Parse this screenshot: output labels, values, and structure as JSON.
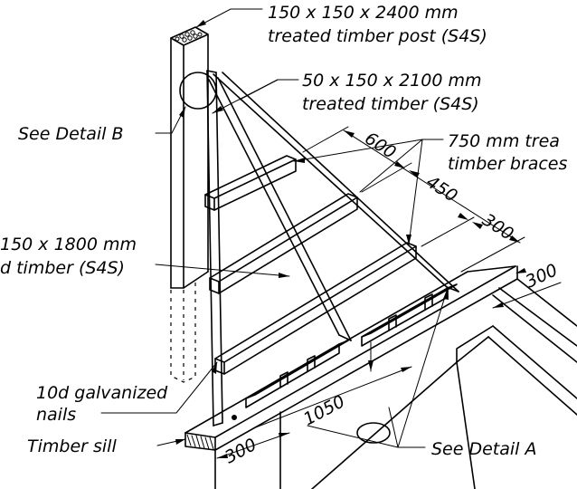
{
  "labels": {
    "post": [
      "150 x 150 x 2400 mm",
      "treated timber post (S4S)"
    ],
    "diag": [
      "50 x 150 x 2100 mm",
      "treated timber (S4S)"
    ],
    "braces": [
      "750 mm trea",
      "timber braces"
    ],
    "left_member": [
      "150 x 1800 mm",
      "d timber (S4S)"
    ],
    "detail_b": "See Detail B",
    "nails": [
      "10d galvanized",
      "nails"
    ],
    "sill": "Timber sill",
    "detail_a": "See Detail A"
  },
  "dimensions": {
    "d600": "600",
    "d450": "450",
    "d300_top": "300",
    "d300_right": "300",
    "d1050": "1050",
    "d300_bottom": "300"
  }
}
